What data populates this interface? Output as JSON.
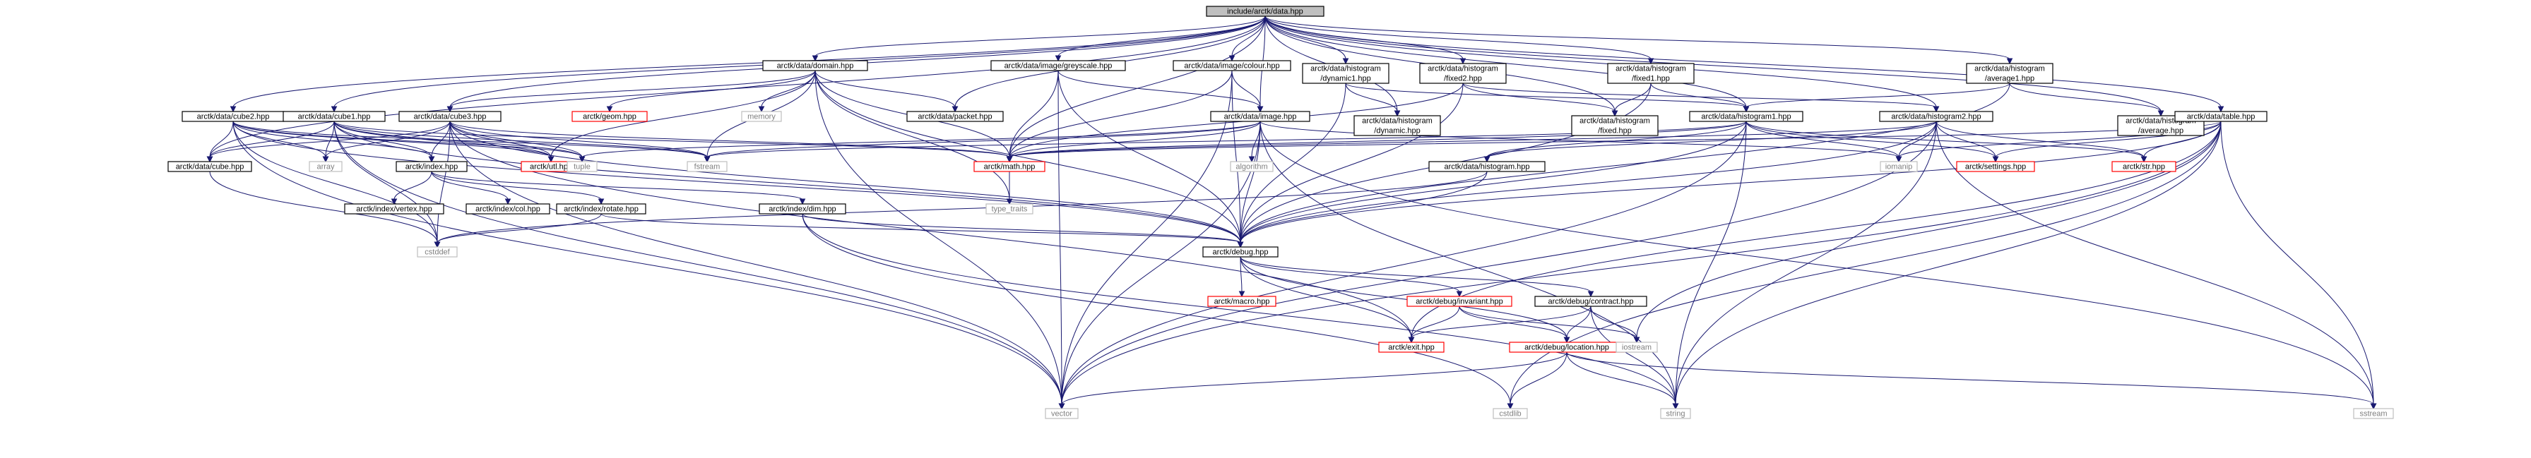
{
  "graph": {
    "style": {
      "edge_color": "#191970",
      "root_fill": "#bfbfbf",
      "node_fill": "#ffffff",
      "node_border": "#000000",
      "undocumented_border": "#ff0000",
      "external_border": "#bfbfbf",
      "external_text": "#7f7f7f"
    },
    "nodes": [
      {
        "id": "root",
        "label": "include/arctk/data.hpp",
        "kind": "root"
      },
      {
        "id": "domain",
        "label": "arctk/data/domain.hpp",
        "kind": "normal"
      },
      {
        "id": "greyscale",
        "label": "arctk/data/image/greyscale.hpp",
        "kind": "normal"
      },
      {
        "id": "colour",
        "label": "arctk/data/image/colour.hpp",
        "kind": "normal"
      },
      {
        "id": "hdyn1",
        "label": "arctk/data/histogram\n/dynamic1.hpp",
        "kind": "normal"
      },
      {
        "id": "hfix2",
        "label": "arctk/data/histogram\n/fixed2.hpp",
        "kind": "normal"
      },
      {
        "id": "hfix1",
        "label": "arctk/data/histogram\n/fixed1.hpp",
        "kind": "normal"
      },
      {
        "id": "havg1",
        "label": "arctk/data/histogram\n/average1.hpp",
        "kind": "normal"
      },
      {
        "id": "cube2",
        "label": "arctk/data/cube2.hpp",
        "kind": "normal"
      },
      {
        "id": "cube1",
        "label": "arctk/data/cube1.hpp",
        "kind": "normal"
      },
      {
        "id": "cube3",
        "label": "arctk/data/cube3.hpp",
        "kind": "normal"
      },
      {
        "id": "geom",
        "label": "arctk/geom.hpp",
        "kind": "undoc"
      },
      {
        "id": "memory",
        "label": "memory",
        "kind": "ext"
      },
      {
        "id": "packet",
        "label": "arctk/data/packet.hpp",
        "kind": "normal"
      },
      {
        "id": "image",
        "label": "arctk/data/image.hpp",
        "kind": "normal"
      },
      {
        "id": "hdyn",
        "label": "arctk/data/histogram\n/dynamic.hpp",
        "kind": "normal"
      },
      {
        "id": "hfixed",
        "label": "arctk/data/histogram\n/fixed.hpp",
        "kind": "normal"
      },
      {
        "id": "hist1",
        "label": "arctk/data/histogram1.hpp",
        "kind": "normal"
      },
      {
        "id": "hist2",
        "label": "arctk/data/histogram2.hpp",
        "kind": "normal"
      },
      {
        "id": "havg",
        "label": "arctk/data/histogram\n/average.hpp",
        "kind": "normal"
      },
      {
        "id": "table",
        "label": "arctk/data/table.hpp",
        "kind": "normal"
      },
      {
        "id": "cube",
        "label": "arctk/data/cube.hpp",
        "kind": "normal"
      },
      {
        "id": "array",
        "label": "array",
        "kind": "ext"
      },
      {
        "id": "index",
        "label": "arctk/index.hpp",
        "kind": "normal"
      },
      {
        "id": "utl",
        "label": "arctk/utl.hpp",
        "kind": "undoc"
      },
      {
        "id": "tuple",
        "label": "tuple",
        "kind": "ext"
      },
      {
        "id": "fstream",
        "label": "fstream",
        "kind": "ext"
      },
      {
        "id": "math",
        "label": "arctk/math.hpp",
        "kind": "undoc"
      },
      {
        "id": "algorithm",
        "label": "algorithm",
        "kind": "ext"
      },
      {
        "id": "histo",
        "label": "arctk/data/histogram.hpp",
        "kind": "normal"
      },
      {
        "id": "iomanip",
        "label": "iomanip",
        "kind": "ext"
      },
      {
        "id": "settings",
        "label": "arctk/settings.hpp",
        "kind": "undoc"
      },
      {
        "id": "str",
        "label": "arctk/str.hpp",
        "kind": "undoc"
      },
      {
        "id": "ivertex",
        "label": "arctk/index/vertex.hpp",
        "kind": "normal"
      },
      {
        "id": "icol",
        "label": "arctk/index/col.hpp",
        "kind": "normal"
      },
      {
        "id": "irotate",
        "label": "arctk/index/rotate.hpp",
        "kind": "normal"
      },
      {
        "id": "idim",
        "label": "arctk/index/dim.hpp",
        "kind": "normal"
      },
      {
        "id": "typetraits",
        "label": "type_traits",
        "kind": "ext"
      },
      {
        "id": "cstddef",
        "label": "cstddef",
        "kind": "ext"
      },
      {
        "id": "debug",
        "label": "arctk/debug.hpp",
        "kind": "normal"
      },
      {
        "id": "macro",
        "label": "arctk/macro.hpp",
        "kind": "undoc"
      },
      {
        "id": "invariant",
        "label": "arctk/debug/invariant.hpp",
        "kind": "undoc"
      },
      {
        "id": "contract",
        "label": "arctk/debug/contract.hpp",
        "kind": "normal"
      },
      {
        "id": "exit",
        "label": "arctk/exit.hpp",
        "kind": "undoc"
      },
      {
        "id": "location",
        "label": "arctk/debug/location.hpp",
        "kind": "undoc"
      },
      {
        "id": "iostream",
        "label": "iostream",
        "kind": "ext"
      },
      {
        "id": "vector",
        "label": "vector",
        "kind": "ext"
      },
      {
        "id": "cstdlib",
        "label": "cstdlib",
        "kind": "ext"
      },
      {
        "id": "string",
        "label": "string",
        "kind": "ext"
      },
      {
        "id": "sstream",
        "label": "sstream",
        "kind": "ext"
      }
    ],
    "edges": [
      [
        "root",
        "domain"
      ],
      [
        "root",
        "greyscale"
      ],
      [
        "root",
        "colour"
      ],
      [
        "root",
        "hdyn1"
      ],
      [
        "root",
        "hfix2"
      ],
      [
        "root",
        "hfix1"
      ],
      [
        "root",
        "havg1"
      ],
      [
        "root",
        "cube2"
      ],
      [
        "root",
        "cube1"
      ],
      [
        "root",
        "cube3"
      ],
      [
        "root",
        "packet"
      ],
      [
        "root",
        "image"
      ],
      [
        "root",
        "hdyn"
      ],
      [
        "root",
        "hfixed"
      ],
      [
        "root",
        "hist1"
      ],
      [
        "root",
        "hist2"
      ],
      [
        "root",
        "havg"
      ],
      [
        "root",
        "table"
      ],
      [
        "root",
        "cube"
      ],
      [
        "root",
        "math"
      ],
      [
        "domain",
        "geom"
      ],
      [
        "domain",
        "memory"
      ],
      [
        "domain",
        "packet"
      ],
      [
        "domain",
        "cube3"
      ],
      [
        "domain",
        "utl"
      ],
      [
        "domain",
        "math"
      ],
      [
        "domain",
        "debug"
      ],
      [
        "domain",
        "vector"
      ],
      [
        "domain",
        "typetraits"
      ],
      [
        "domain",
        "fstream"
      ],
      [
        "greyscale",
        "image"
      ],
      [
        "greyscale",
        "math"
      ],
      [
        "greyscale",
        "debug"
      ],
      [
        "greyscale",
        "vector"
      ],
      [
        "colour",
        "image"
      ],
      [
        "colour",
        "math"
      ],
      [
        "colour",
        "debug"
      ],
      [
        "colour",
        "vector"
      ],
      [
        "hdyn1",
        "hdyn"
      ],
      [
        "hdyn1",
        "hist1"
      ],
      [
        "hdyn1",
        "debug"
      ],
      [
        "hfix2",
        "hfixed"
      ],
      [
        "hfix2",
        "hist2"
      ],
      [
        "hfix2",
        "debug"
      ],
      [
        "hfix2",
        "math"
      ],
      [
        "hfix1",
        "hfixed"
      ],
      [
        "hfix1",
        "hist1"
      ],
      [
        "hfix1",
        "debug"
      ],
      [
        "havg1",
        "havg"
      ],
      [
        "havg1",
        "hist1"
      ],
      [
        "havg1",
        "debug"
      ],
      [
        "cube2",
        "cube"
      ],
      [
        "cube2",
        "array"
      ],
      [
        "cube2",
        "index"
      ],
      [
        "cube2",
        "utl"
      ],
      [
        "cube2",
        "tuple"
      ],
      [
        "cube2",
        "fstream"
      ],
      [
        "cube2",
        "cstddef"
      ],
      [
        "cube2",
        "vector"
      ],
      [
        "cube2",
        "debug"
      ],
      [
        "cube1",
        "cube"
      ],
      [
        "cube1",
        "array"
      ],
      [
        "cube1",
        "index"
      ],
      [
        "cube1",
        "utl"
      ],
      [
        "cube1",
        "tuple"
      ],
      [
        "cube1",
        "fstream"
      ],
      [
        "cube1",
        "cstddef"
      ],
      [
        "cube1",
        "vector"
      ],
      [
        "cube1",
        "debug"
      ],
      [
        "cube1",
        "math"
      ],
      [
        "cube3",
        "cube"
      ],
      [
        "cube3",
        "array"
      ],
      [
        "cube3",
        "index"
      ],
      [
        "cube3",
        "utl"
      ],
      [
        "cube3",
        "tuple"
      ],
      [
        "cube3",
        "fstream"
      ],
      [
        "cube3",
        "cstddef"
      ],
      [
        "cube3",
        "vector"
      ],
      [
        "cube3",
        "debug"
      ],
      [
        "cube3",
        "math"
      ],
      [
        "cube3",
        "exit"
      ],
      [
        "image",
        "math"
      ],
      [
        "image",
        "algorithm"
      ],
      [
        "image",
        "debug"
      ],
      [
        "image",
        "vector"
      ],
      [
        "image",
        "fstream"
      ],
      [
        "image",
        "string"
      ],
      [
        "image",
        "iomanip"
      ],
      [
        "image",
        "sstream"
      ],
      [
        "image",
        "tuple"
      ],
      [
        "hist1",
        "histo"
      ],
      [
        "hist1",
        "math"
      ],
      [
        "hist1",
        "iomanip"
      ],
      [
        "hist1",
        "settings"
      ],
      [
        "hist1",
        "str"
      ],
      [
        "hist1",
        "debug"
      ],
      [
        "hist1",
        "string"
      ],
      [
        "hist1",
        "vector"
      ],
      [
        "hist1",
        "fstream"
      ],
      [
        "hist2",
        "histo"
      ],
      [
        "hist2",
        "math"
      ],
      [
        "hist2",
        "iomanip"
      ],
      [
        "hist2",
        "settings"
      ],
      [
        "hist2",
        "str"
      ],
      [
        "hist2",
        "debug"
      ],
      [
        "hist2",
        "string"
      ],
      [
        "hist2",
        "vector"
      ],
      [
        "hist2",
        "sstream"
      ],
      [
        "table",
        "math"
      ],
      [
        "table",
        "settings"
      ],
      [
        "table",
        "str"
      ],
      [
        "table",
        "iomanip"
      ],
      [
        "table",
        "iostream"
      ],
      [
        "table",
        "string"
      ],
      [
        "table",
        "sstream"
      ],
      [
        "table",
        "vector"
      ],
      [
        "table",
        "exit"
      ],
      [
        "table",
        "debug"
      ],
      [
        "table",
        "cstdlib"
      ],
      [
        "histo",
        "debug"
      ],
      [
        "histo",
        "cstddef"
      ],
      [
        "cube",
        "cstddef"
      ],
      [
        "index",
        "ivertex"
      ],
      [
        "index",
        "icol"
      ],
      [
        "index",
        "irotate"
      ],
      [
        "index",
        "idim"
      ],
      [
        "irotate",
        "cstddef"
      ],
      [
        "irotate",
        "debug"
      ],
      [
        "idim",
        "debug"
      ],
      [
        "idim",
        "cstdlib"
      ],
      [
        "idim",
        "string"
      ],
      [
        "math",
        "typetraits"
      ],
      [
        "debug",
        "macro"
      ],
      [
        "debug",
        "invariant"
      ],
      [
        "debug",
        "contract"
      ],
      [
        "debug",
        "exit"
      ],
      [
        "debug",
        "location"
      ],
      [
        "invariant",
        "exit"
      ],
      [
        "invariant",
        "location"
      ],
      [
        "invariant",
        "iostream"
      ],
      [
        "contract",
        "exit"
      ],
      [
        "contract",
        "location"
      ],
      [
        "contract",
        "iostream"
      ],
      [
        "contract",
        "string"
      ],
      [
        "location",
        "vector"
      ],
      [
        "location",
        "cstdlib"
      ],
      [
        "location",
        "string"
      ],
      [
        "location",
        "sstream"
      ]
    ]
  }
}
